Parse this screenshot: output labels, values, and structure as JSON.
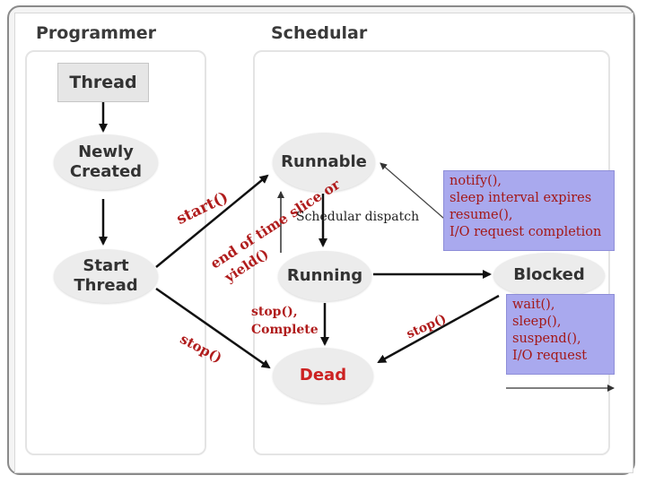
{
  "headings": {
    "programmer": "Programmer",
    "schedular": "Schedular"
  },
  "states": {
    "thread": "Thread",
    "newly_created": "Newly\nCreated",
    "start_thread": "Start\nThread",
    "runnable": "Runnable",
    "running": "Running",
    "dead": "Dead",
    "blocked": "Blocked"
  },
  "labels": {
    "start": "start()",
    "stop_from_start": "stop()",
    "end_of_time_slice": "end of time slice or",
    "yield": "yield()",
    "schedular_dispatch": "Schedular dispatch",
    "stop_complete_1": "stop(),",
    "stop_complete_2": "Complete",
    "stop_from_blocked": "stop()"
  },
  "notes": {
    "unblock": [
      "notify(),",
      "sleep interval expires",
      "resume(),",
      "I/O request completion"
    ],
    "block": [
      "wait(),",
      "sleep(),",
      "suspend(),",
      "I/O request"
    ]
  },
  "colors": {
    "label_red": "#b01c1c",
    "dead_red": "#cc2222",
    "note_fill": "#a9a9ee",
    "state_fill": "#ececec"
  }
}
